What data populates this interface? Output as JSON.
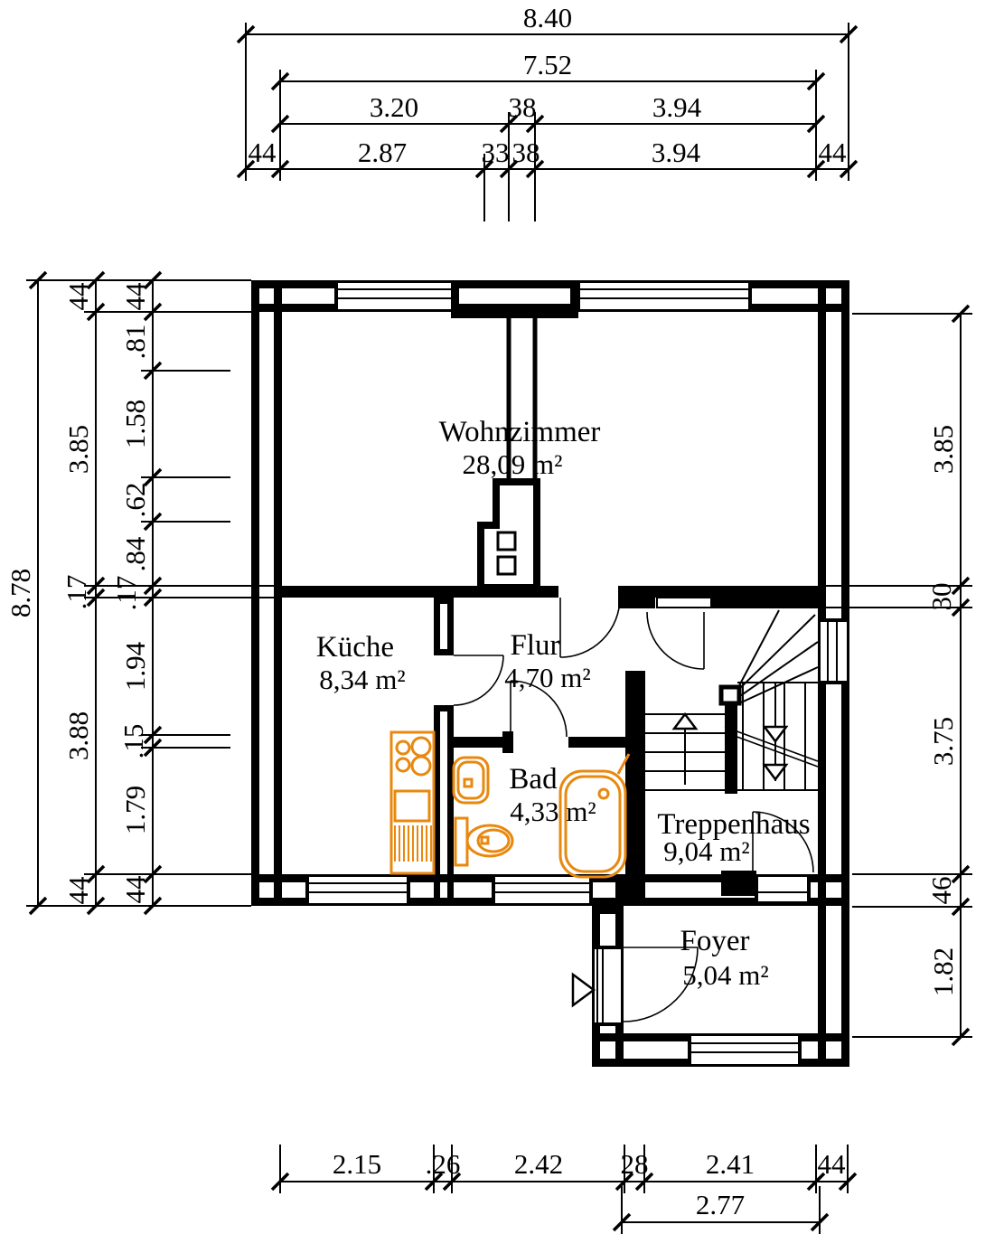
{
  "drawing": {
    "type": "floor-plan",
    "background": "#FFFFFF",
    "line_color": "#000000",
    "fixture_color": "#E8880E"
  },
  "rooms": [
    {
      "id": "wohnzimmer",
      "name": "Wohnzimmer",
      "area": "28,09 m²"
    },
    {
      "id": "kueche",
      "name": "Küche",
      "area": "8,34 m²"
    },
    {
      "id": "flur",
      "name": "Flur",
      "area": "4,70 m²"
    },
    {
      "id": "bad",
      "name": "Bad",
      "area": "4,33 m²"
    },
    {
      "id": "treppenhaus",
      "name": "Treppenhaus",
      "area": "9,04 m²"
    },
    {
      "id": "foyer",
      "name": "Foyer",
      "area": "5,04 m²"
    }
  ],
  "dimensions": {
    "top": {
      "row1": [
        "8.40"
      ],
      "row2": [
        "7.52"
      ],
      "row3": [
        "3.20",
        "38",
        "3.94"
      ],
      "row4": [
        "44",
        "2.87",
        "33",
        "38",
        "3.94",
        "44"
      ]
    },
    "left": {
      "overall": [
        "8.78"
      ],
      "middle": [
        "44",
        "3.85",
        ".17",
        "3.88",
        "44"
      ],
      "inner": [
        "44",
        ".81",
        "1.58",
        ".62",
        ".84",
        ".17",
        "1.94",
        ".15",
        "1.79",
        "44"
      ]
    },
    "right": {
      "chain": [
        "3.85",
        "30",
        "3.75",
        "46",
        "1.82"
      ]
    },
    "bottom": {
      "row1": [
        "2.15",
        ".26",
        "2.42",
        "28",
        "2.41",
        "44"
      ],
      "row2": [
        "2.77"
      ]
    }
  },
  "fixtures": {
    "kitchen": [
      "counter",
      "cooktop",
      "sink",
      "drainer"
    ],
    "bath": [
      "washbasin",
      "toilet",
      "bathtub"
    ],
    "stairs": [
      "up-arrow",
      "down-arrow",
      "handrail",
      "newel-post"
    ],
    "entrance": [
      "entrance-arrow"
    ]
  }
}
